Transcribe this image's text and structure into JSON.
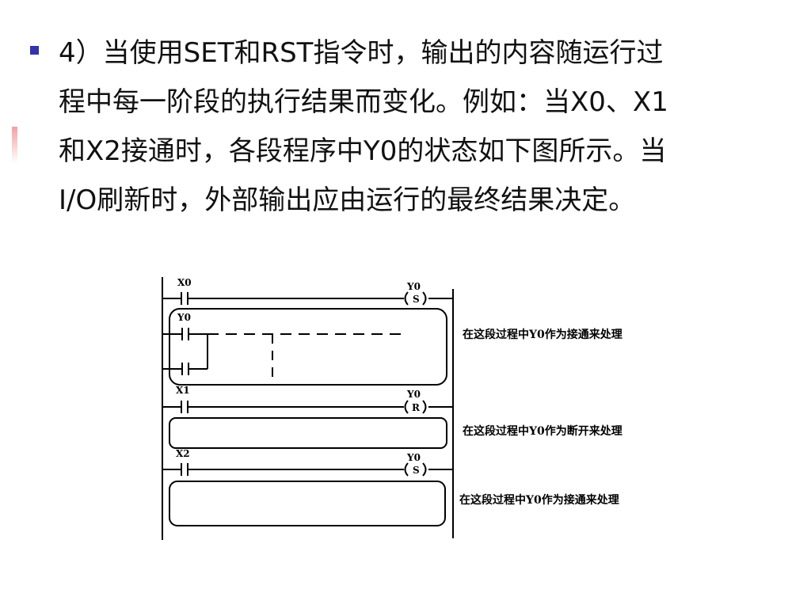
{
  "text": {
    "lines": [
      "4）当使用SET和RST指令时，输出的内容随运行过",
      "程中每一阶段的执行结果而变化。例如：当X0、X1",
      "和X2接通时，各段程序中Y0的状态如下图所示。当",
      "I/O刷新时，外部输出应由运行的最终结果决定。"
    ]
  },
  "diagram": {
    "rungs": [
      {
        "contact": "X0",
        "coil": "Y0",
        "instruction": "S",
        "note": "在这段过程中Y0作为接通来处理"
      },
      {
        "contact": "X1",
        "coil": "Y0",
        "instruction": "R",
        "note": "在这段过程中Y0作为断开来处理"
      },
      {
        "contact": "X2",
        "coil": "Y0",
        "instruction": "S",
        "note": "在这段过程中Y0作为接通来处理"
      }
    ],
    "inner_contact": "Y0"
  }
}
